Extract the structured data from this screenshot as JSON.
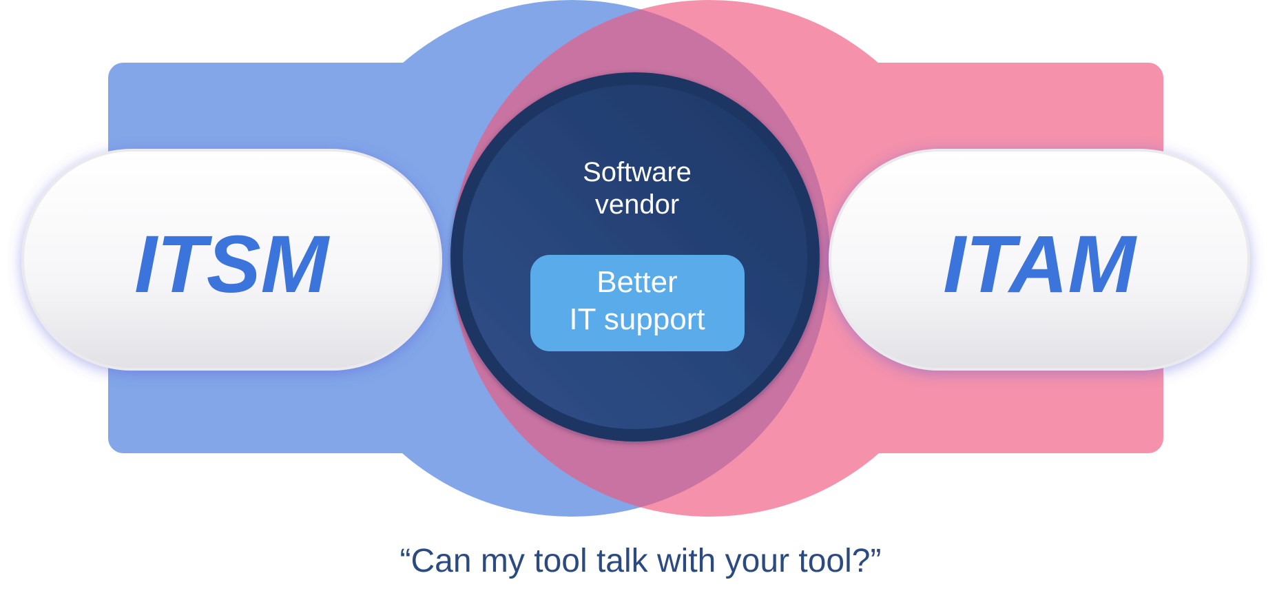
{
  "diagram": {
    "left_label": "ITSM",
    "right_label": "ITAM",
    "center_line1": "Software",
    "center_line2": "vendor",
    "badge_line1": "Better",
    "badge_line2": "IT support",
    "quote": "“Can my tool talk with your tool?”"
  },
  "colors": {
    "blue_region": "#82a6e8",
    "pink_region": "#f591ab",
    "overlap": "#c873a1",
    "center_circle": "#28447a",
    "badge": "#59abea",
    "label_text": "#3b74db",
    "quote_text": "#2b4a80"
  }
}
